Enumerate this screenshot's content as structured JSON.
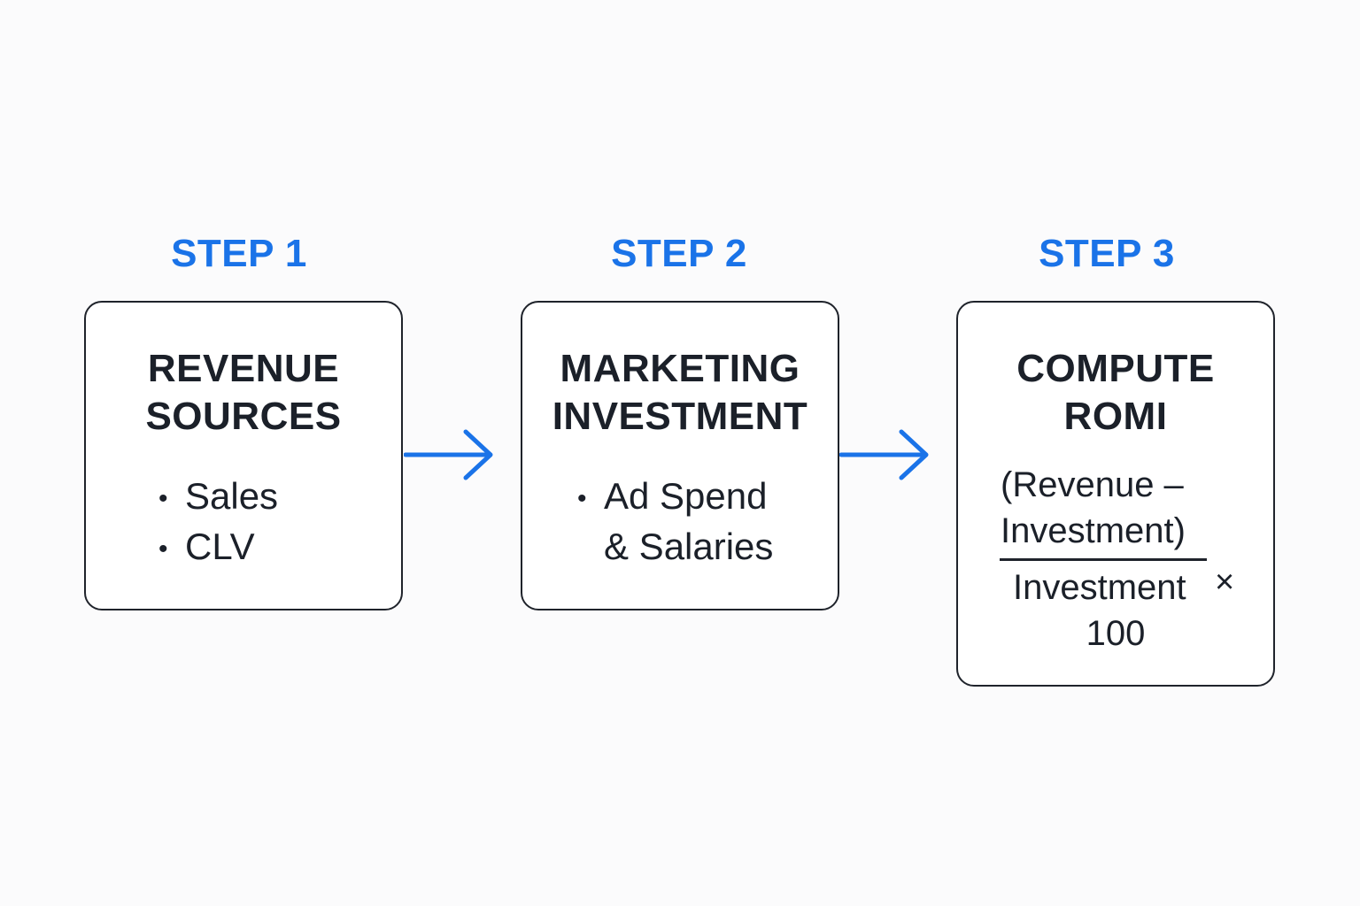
{
  "steps": [
    {
      "label": "STEP 1",
      "title_lines": [
        "REVENUE",
        "SOURCES"
      ],
      "bullets": [
        "Sales",
        "CLV"
      ]
    },
    {
      "label": "STEP 2",
      "title_lines": [
        "MARKETING",
        "INVESTMENT"
      ],
      "bullets": [
        "Ad Spend",
        "& Salaries"
      ]
    },
    {
      "label": "STEP 3",
      "title_lines": [
        "COMPUTE",
        "ROMI"
      ],
      "formula": {
        "numerator_line1": "(Revenue –",
        "numerator_line2": "Investment)",
        "denominator": "Investment",
        "multiply_sign": "×",
        "multiplier": "100"
      }
    }
  ],
  "colors": {
    "accent": "#1a73e8",
    "text": "#1b2029",
    "border": "#1f232b",
    "background": "#fbfbfc"
  },
  "icons": [
    "arrow-right-icon",
    "arrow-right-icon"
  ]
}
